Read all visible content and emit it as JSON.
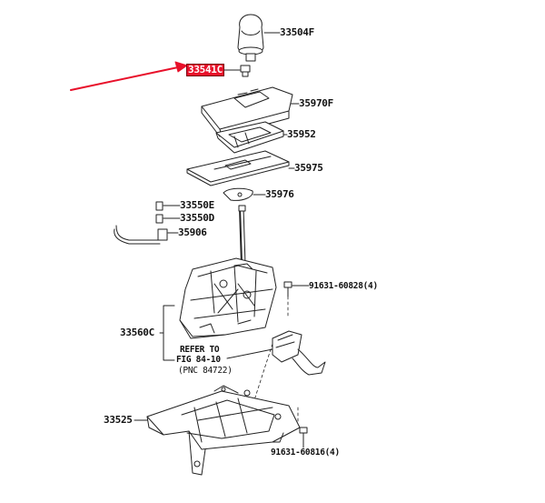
{
  "parts": [
    {
      "id": "p1",
      "label": "33504F"
    },
    {
      "id": "p2",
      "label": "33541C",
      "highlighted": true
    },
    {
      "id": "p3",
      "label": "35970F"
    },
    {
      "id": "p4",
      "label": "35952"
    },
    {
      "id": "p5",
      "label": "35975"
    },
    {
      "id": "p6",
      "label": "35976"
    },
    {
      "id": "p7",
      "label": "33550E"
    },
    {
      "id": "p8",
      "label": "33550D"
    },
    {
      "id": "p9",
      "label": "35906"
    },
    {
      "id": "p10",
      "label": "91631-60828(4)"
    },
    {
      "id": "p11",
      "label": "33560C"
    },
    {
      "id": "p12",
      "label": "33525"
    },
    {
      "id": "p13",
      "label": "91631-60816(4)"
    }
  ],
  "reference": {
    "line1": "REFER TO",
    "line2": "FIG 84-10",
    "line3": "(PNC 84722)"
  },
  "colors": {
    "highlight": "#e8102a",
    "arrow": "#e8102a",
    "line": "#222222"
  }
}
